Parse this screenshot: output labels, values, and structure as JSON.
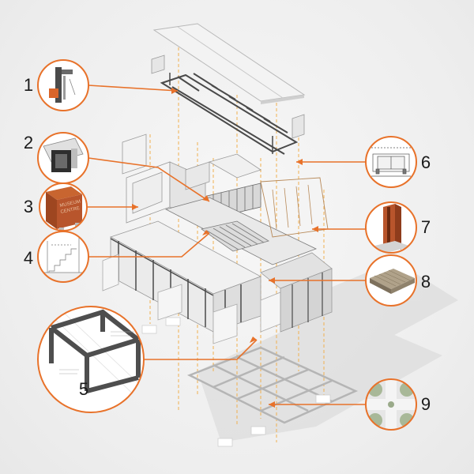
{
  "colors": {
    "accent": "#e8722a",
    "frame": "#4a4a4a",
    "panel": "#f2f2f2",
    "shadow": "#d8d8d8",
    "guide": "#f0b050",
    "corten": "#b8552c",
    "timber": "#b0a28a",
    "green": "#a8b898"
  },
  "callouts": [
    {
      "number": "1",
      "detail": "facade-window-section-detail"
    },
    {
      "number": "2",
      "detail": "window-frame-detail"
    },
    {
      "number": "3",
      "detail": "corten-steel-signage-box"
    },
    {
      "number": "4",
      "detail": "stair-section-drawing"
    },
    {
      "number": "5",
      "detail": "steel-frame-structure-detail"
    },
    {
      "number": "6",
      "detail": "wall-panel-elevation-drawing"
    },
    {
      "number": "7",
      "detail": "corten-steel-column-detail"
    },
    {
      "number": "8",
      "detail": "timber-deck-panel"
    },
    {
      "number": "9",
      "detail": "landscape-plan-planting"
    }
  ],
  "signage_text": [
    "MUSEUM",
    "CENTRE"
  ]
}
